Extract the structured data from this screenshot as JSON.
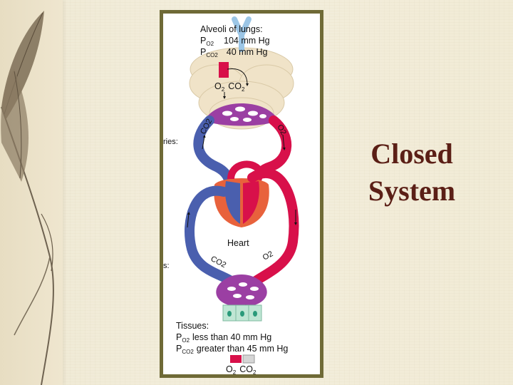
{
  "slide": {
    "title_lines": [
      "Closed",
      "System"
    ]
  },
  "diagram": {
    "lungs": {
      "heading": "Alveoli of lungs:",
      "po2_label": "P",
      "po2_sub": "O2",
      "po2_value": "104 mm Hg",
      "pco2_label": "P",
      "pco2_sub": "CO2",
      "pco2_value": "40 mm Hg",
      "exchange_o2": "O",
      "exchange_o2_sub": "2",
      "exchange_co2": "CO",
      "exchange_co2_sub": "2"
    },
    "pulmonary_capillaries_label_fragment": "ries:",
    "systemic_capillaries_label_fragment": "s:",
    "heart_label": "Heart",
    "vessel_labels": {
      "upper_left": "CO2",
      "upper_right": "O2",
      "lower_left": "CO2",
      "lower_right": "O2"
    },
    "tissues": {
      "heading": "Tissues:",
      "po2_label": "P",
      "po2_sub": "O2",
      "po2_value": "less than 40 mm Hg",
      "pco2_label": "P",
      "pco2_sub": "CO2",
      "pco2_value": "greater than 45 mm Hg",
      "exchange_o2": "O",
      "exchange_o2_sub": "2",
      "exchange_co2": "CO",
      "exchange_co2_sub": "2"
    },
    "colors": {
      "oxygenated": "#d8104a",
      "deoxygenated": "#4a5fae",
      "capillary": "#9b3fa3",
      "lung_tissue": "#f0e3c8",
      "heart_muscle": "#e8623c",
      "tissue_cells": "#bfe6d4",
      "cell_nucleus": "#2a9a7a",
      "frame": "#6f6a36",
      "title_text": "#5b1f16"
    }
  }
}
